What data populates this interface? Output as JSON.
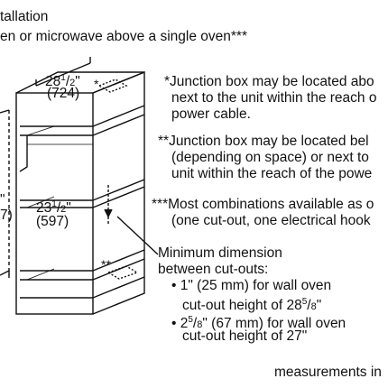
{
  "header": {
    "line1": "tallation",
    "line2": "en or microwave above a single oven***"
  },
  "diagram": {
    "width_in_whole": "28",
    "width_in_frac": "1",
    "width_in_den": "2",
    "width_in_unit": "\"",
    "width_mm": "(724)",
    "depth_in_whole": "23",
    "depth_in_frac": "1",
    "depth_in_den": "2",
    "depth_in_unit": "\"",
    "depth_mm": "(597)",
    "left_cut_1": "\"",
    "left_cut_2": "7)",
    "marker_top": "*",
    "marker_bottom": "**"
  },
  "notes": {
    "note1_line1": "*Junction box may be located abo",
    "note1_line2": "next to the unit within the reach o",
    "note1_line3": "power cable.",
    "note2_line1": "**Junction box may be located bel",
    "note2_line2": "(depending on space) or next to",
    "note2_line3": "unit within the reach of the powe",
    "note3_line1": "***Most combinations available as o",
    "note3_line2": "(one cut-out, one electrical hook",
    "min_line1": "Minimum dimension",
    "min_line2": "between cut-outs:",
    "bullet1_line1": "• 1\" (25 mm) for wall oven",
    "bullet1_line2_pre": "cut-out height of 28",
    "bullet1_frac_num": "5",
    "bullet1_frac_den": "8",
    "bullet1_line2_post": "\"",
    "bullet2_pre": "• 2",
    "bullet2_frac_num": "5",
    "bullet2_frac_den": "8",
    "bullet2_post": "\" (67 mm) for wall oven",
    "bullet2_line2": "cut-out height of 27\""
  },
  "footer": {
    "measurements": "measurements in"
  }
}
